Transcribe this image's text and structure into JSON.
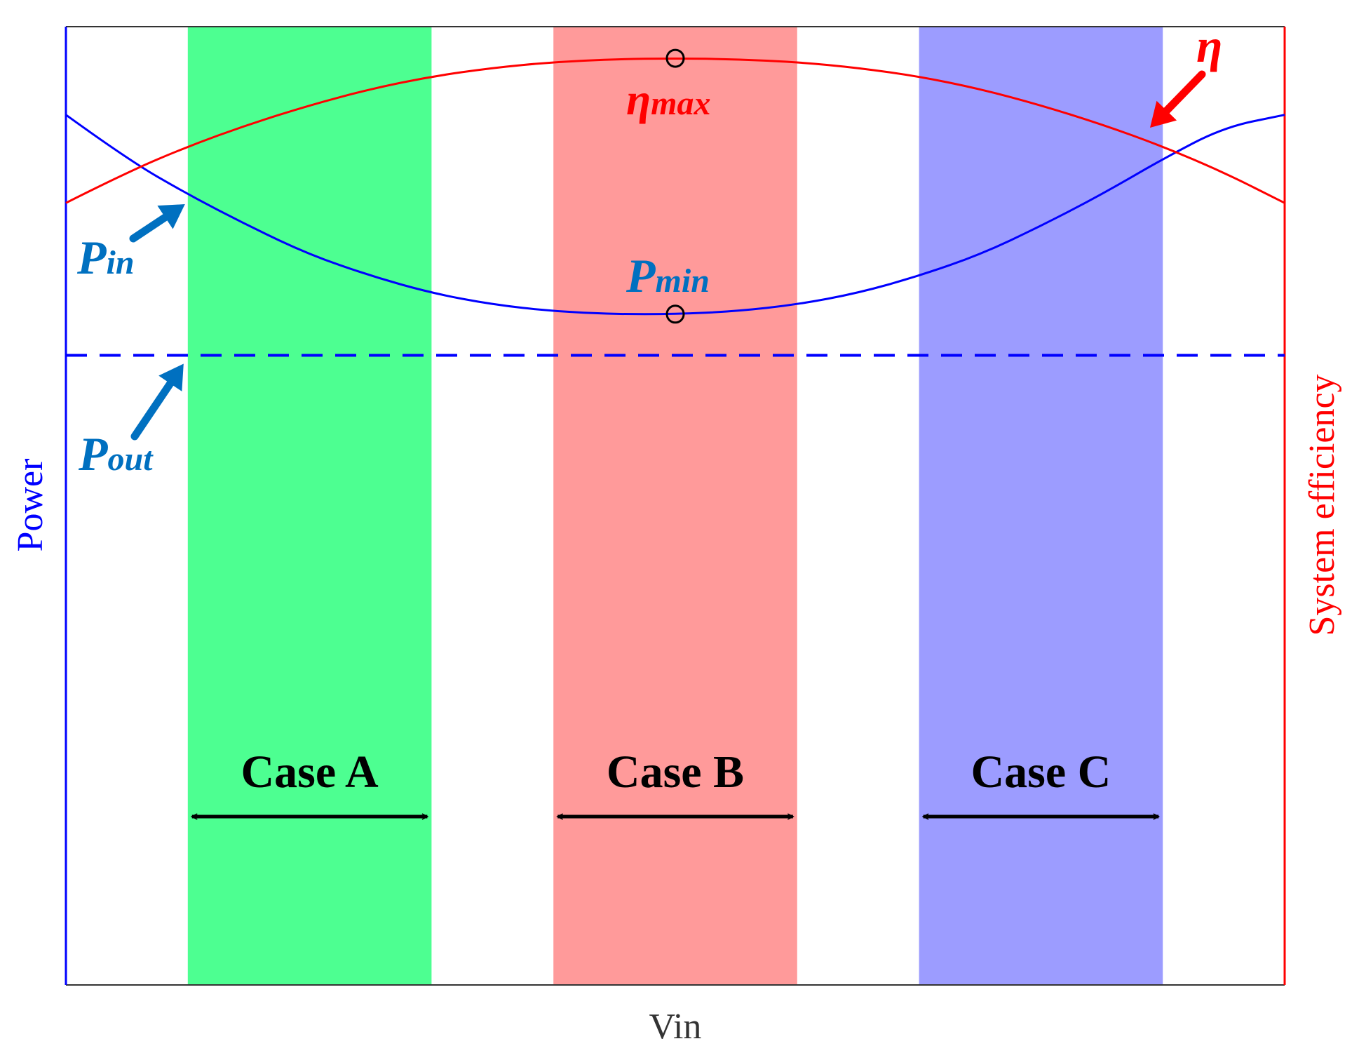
{
  "chart_data": {
    "type": "line",
    "xlabel": "Vin",
    "ylabel_left": "Power",
    "ylabel_right": "System efficiency",
    "x_range": [
      0,
      1
    ],
    "y_range": [
      0,
      1
    ],
    "ticks": false,
    "grid": false,
    "series": [
      {
        "key": "pin",
        "color": "#0000ff",
        "style": "solid",
        "points": [
          [
            0.0,
            0.908
          ],
          [
            0.05,
            0.862
          ],
          [
            0.1,
            0.825
          ],
          [
            0.15,
            0.792
          ],
          [
            0.2,
            0.762
          ],
          [
            0.25,
            0.74
          ],
          [
            0.3,
            0.722
          ],
          [
            0.35,
            0.71
          ],
          [
            0.4,
            0.703
          ],
          [
            0.45,
            0.7
          ],
          [
            0.5,
            0.7
          ],
          [
            0.55,
            0.703
          ],
          [
            0.6,
            0.71
          ],
          [
            0.65,
            0.722
          ],
          [
            0.7,
            0.74
          ],
          [
            0.75,
            0.762
          ],
          [
            0.8,
            0.792
          ],
          [
            0.85,
            0.825
          ],
          [
            0.9,
            0.862
          ],
          [
            0.95,
            0.895
          ],
          [
            1.0,
            0.908
          ]
        ]
      },
      {
        "key": "pout",
        "color": "#0000ff",
        "style": "dashed",
        "points": [
          [
            0.0,
            0.657
          ],
          [
            1.0,
            0.657
          ]
        ]
      },
      {
        "key": "eta",
        "color": "#ff0000",
        "style": "solid",
        "points": [
          [
            0.0,
            0.816
          ],
          [
            0.05,
            0.848
          ],
          [
            0.1,
            0.875
          ],
          [
            0.15,
            0.898
          ],
          [
            0.2,
            0.918
          ],
          [
            0.25,
            0.935
          ],
          [
            0.3,
            0.948
          ],
          [
            0.35,
            0.957
          ],
          [
            0.4,
            0.963
          ],
          [
            0.45,
            0.966
          ],
          [
            0.5,
            0.967
          ],
          [
            0.55,
            0.966
          ],
          [
            0.6,
            0.963
          ],
          [
            0.65,
            0.957
          ],
          [
            0.7,
            0.948
          ],
          [
            0.75,
            0.935
          ],
          [
            0.8,
            0.918
          ],
          [
            0.85,
            0.898
          ],
          [
            0.9,
            0.875
          ],
          [
            0.95,
            0.848
          ],
          [
            1.0,
            0.816
          ]
        ]
      }
    ],
    "bands": [
      {
        "label": "Case A",
        "x0": 0.1,
        "x1": 0.3,
        "color": "#4dff91"
      },
      {
        "label": "Case B",
        "x0": 0.4,
        "x1": 0.6,
        "color": "#ff9a9a"
      },
      {
        "label": "Case C",
        "x0": 0.7,
        "x1": 0.9,
        "color": "#9c9cff"
      }
    ],
    "markers": [
      {
        "key": "eta_max",
        "x": 0.5,
        "y": 0.967
      },
      {
        "key": "p_min",
        "x": 0.5,
        "y": 0.7
      }
    ],
    "annotations": {
      "eta_max": {
        "main": "η",
        "sub": "max",
        "color": "#ff0000"
      },
      "p_min": {
        "main": "P",
        "sub": "min",
        "color": "#0070c0"
      },
      "pin": {
        "main": "P",
        "sub": "in",
        "color": "#0070c0"
      },
      "pout": {
        "main": "P",
        "sub": "out",
        "color": "#0070c0"
      },
      "eta": {
        "main": "η",
        "color": "#ff0000"
      }
    },
    "colors": {
      "power_axis": "#0000ff",
      "efficiency_axis": "#ff0000",
      "annotation_blue": "#0070c0",
      "annotation_red": "#ff0000"
    }
  }
}
